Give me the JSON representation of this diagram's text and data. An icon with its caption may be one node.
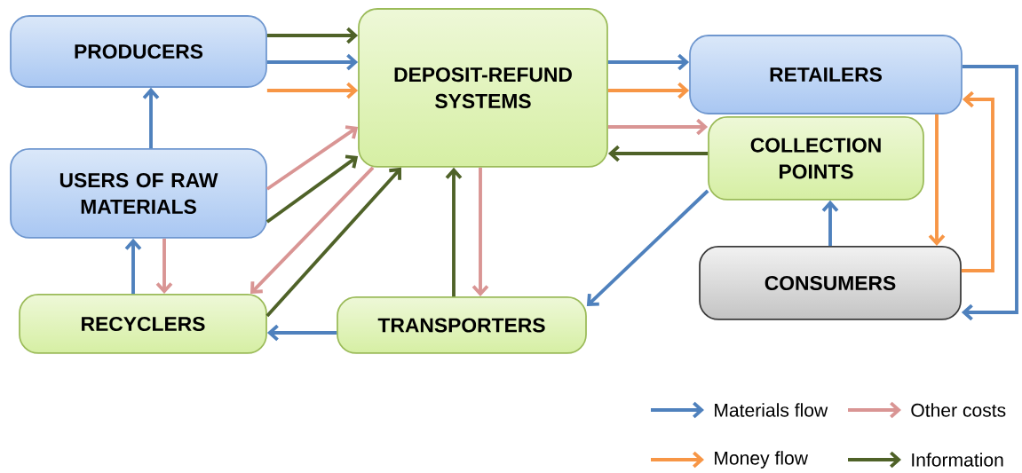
{
  "diagram": {
    "nodes": [
      {
        "text": [
          "PRODUCERS"
        ]
      },
      {
        "text": [
          "DEPOSIT-REFUND SYSTEMS"
        ]
      },
      {
        "text": [
          "RETAILERS"
        ]
      },
      {
        "text": [
          "USERS OF RAW MATERIALS"
        ]
      },
      {
        "text": [
          "COLLECTION POINTS"
        ]
      },
      {
        "text": [
          "CONSUMERS"
        ]
      },
      {
        "text": [
          "RECYCLERS"
        ]
      },
      {
        "text": [
          "TRANSPORTERS"
        ]
      }
    ],
    "edges": [
      {
        "from": 0,
        "to": 1,
        "arrow": "to",
        "color": "#4f6228"
      },
      {
        "from": 0,
        "to": 1,
        "arrow": "to",
        "color": "#4f81bd"
      },
      {
        "from": 0,
        "to": 1,
        "arrow": "to",
        "color": "#f79646"
      },
      {
        "from": 3,
        "to": 0,
        "arrow": "to",
        "color": "#4f81bd"
      },
      {
        "from": 3,
        "to": 1,
        "arrow": "to",
        "color": "#d99594"
      },
      {
        "from": 3,
        "to": 1,
        "arrow": "to",
        "color": "#4f6228"
      },
      {
        "from": 1,
        "to": 6,
        "arrow": "to",
        "color": "#d99594"
      },
      {
        "from": 6,
        "to": 1,
        "arrow": "to",
        "color": "#4f6228"
      },
      {
        "from": 7,
        "to": 1,
        "arrow": "to",
        "color": "#4f6228"
      },
      {
        "from": 1,
        "to": 7,
        "arrow": "to",
        "color": "#d99594"
      },
      {
        "from": 1,
        "to": 2,
        "arrow": "to",
        "color": "#4f81bd"
      },
      {
        "from": 1,
        "to": 2,
        "arrow": "to",
        "color": "#f79646"
      },
      {
        "from": 1,
        "to": 4,
        "arrow": "to",
        "color": "#d99594"
      },
      {
        "from": 4,
        "to": 1,
        "arrow": "to",
        "color": "#4f6228"
      },
      {
        "from": 4,
        "to": 7,
        "arrow": "to",
        "color": "#4f81bd"
      },
      {
        "from": 5,
        "to": 4,
        "arrow": "to",
        "color": "#4f81bd"
      },
      {
        "from": 2,
        "to": 5,
        "arrow": "to",
        "color": "#f79646"
      },
      {
        "from": 5,
        "to": 2,
        "arrow": "to",
        "color": "#f79646"
      },
      {
        "from": 2,
        "to": 5,
        "arrow": "to",
        "color": "#4f81bd"
      },
      {
        "from": 6,
        "to": 3,
        "arrow": "to",
        "color": "#4f81bd"
      },
      {
        "from": 3,
        "to": 6,
        "arrow": "to",
        "color": "#d99594"
      },
      {
        "from": 7,
        "to": 6,
        "arrow": "to",
        "color": "#4f81bd"
      }
    ],
    "legend": [
      {
        "text": "Materials flow"
      },
      {
        "text": "Other costs"
      },
      {
        "text": "Money flow"
      },
      {
        "text": "Information"
      }
    ]
  }
}
